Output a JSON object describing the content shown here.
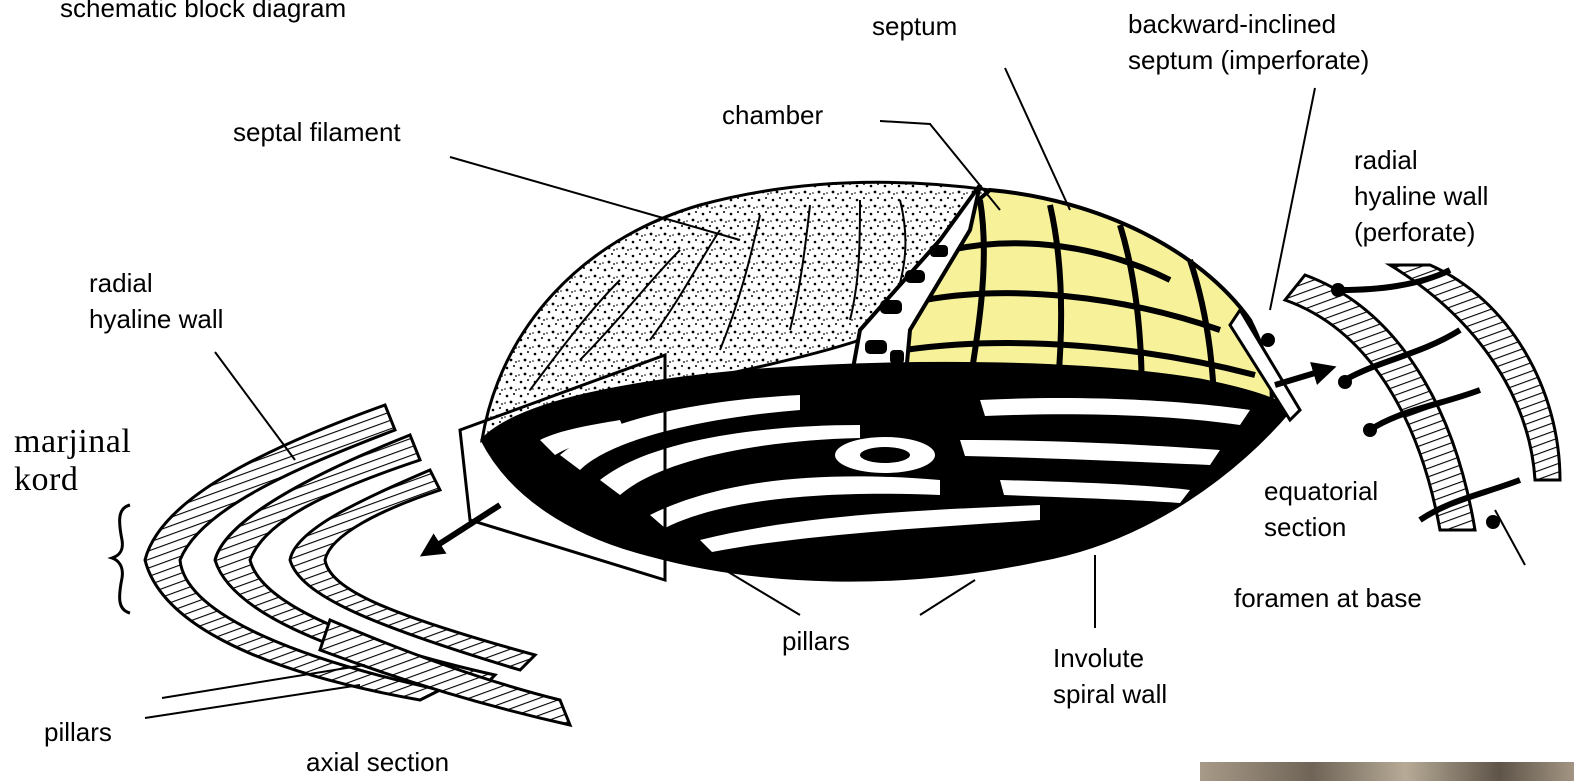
{
  "colors": {
    "chamber_fill": "#f7f29a",
    "ink": "#000000",
    "background": "#ffffff"
  },
  "labels": {
    "header": "schematic block diagram",
    "septum": "septum",
    "backward_septum": [
      "backward-inclined",
      "septum (imperforate)"
    ],
    "chamber": "chamber",
    "septal_filament": "septal filament",
    "radial_perforate": [
      "radial",
      "hyaline wall",
      "(perforate)"
    ],
    "radial_left": [
      "radial",
      "hyaline wall"
    ],
    "marginal_cord": [
      "marjinal",
      "kord"
    ],
    "equatorial": [
      "equatorial",
      "section"
    ],
    "foramen": "foramen at base",
    "pillars_center": "pillars",
    "involute": [
      "Involute",
      "spiral wall"
    ],
    "pillars_left": "pillars",
    "axial": "axial section"
  }
}
